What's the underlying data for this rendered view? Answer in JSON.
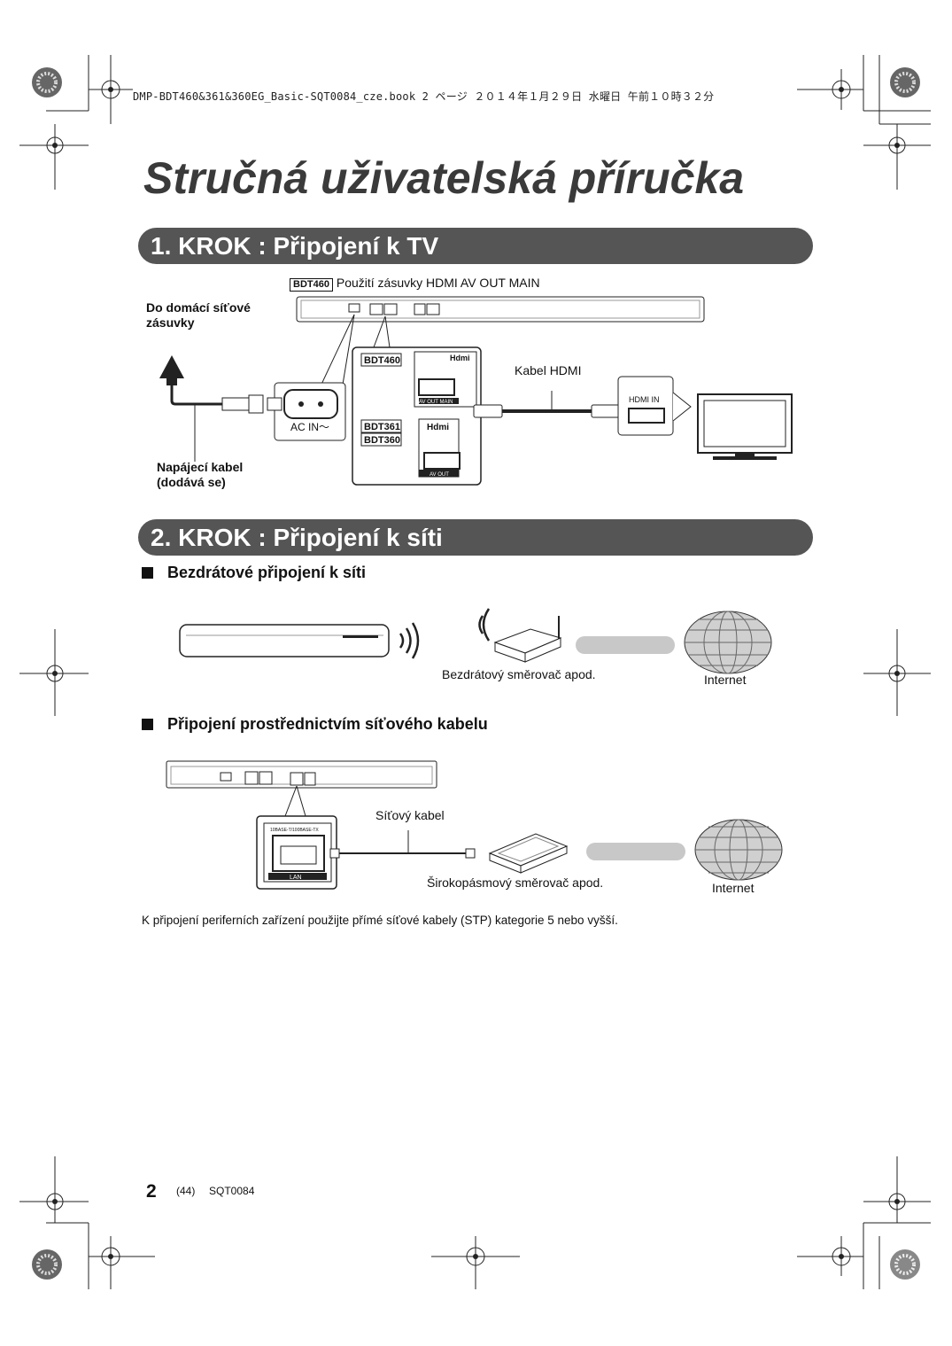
{
  "header": {
    "print_info": "DMP-BDT460&361&360EG_Basic-SQT0084_cze.book  2 ページ  ２０１４年１月２９日  水曜日  午前１０時３２分"
  },
  "title": "Stručná uživatelská příručka",
  "step1": {
    "heading": "1. KROK : Připojení k TV",
    "model_note_tag": "BDT460",
    "model_note_text": "Použití zásuvky HDMI AV OUT MAIN",
    "outlet_label": "Do domácí síťové zásuvky",
    "power_cable_label": "Napájecí kabel (dodává se)",
    "ac_in_label": "AC IN～",
    "panel_tag_bdt460": "BDT460",
    "panel_tag_bdt361": "BDT361",
    "panel_tag_bdt360": "BDT360",
    "hdmi_logo": "Hdmi",
    "av_out_main_label": "AV OUT MAIN",
    "av_out_label": "AV OUT",
    "hdmi_cable_label": "Kabel HDMI",
    "hdmi_in_label": "HDMI IN"
  },
  "step2": {
    "heading": "2. KROK : Připojení k síti",
    "wireless": {
      "heading": "Bezdrátové připojení k síti",
      "router_label": "Bezdrátový směrovač apod.",
      "internet_label": "Internet"
    },
    "wired": {
      "heading": "Připojení prostřednictvím síťového kabelu",
      "cable_label": "Síťový kabel",
      "router_label": "Širokopásmový směrovač apod.",
      "internet_label": "Internet",
      "port_top_label": "10BASE-T/100BASE-TX",
      "port_label": "LAN"
    }
  },
  "footnote": "K připojení periferních zařízení použijte přímé síťové kabely (STP) kategorie 5 nebo vyšší.",
  "footer": {
    "page_number": "2",
    "page_number_alt": "(44)",
    "doc_code": "SQT0084"
  },
  "colors": {
    "bar": "#555555",
    "ink": "#111111",
    "title": "#3a3a3a",
    "pill": "#c8c8c8",
    "globe": "#d0d0d0"
  }
}
